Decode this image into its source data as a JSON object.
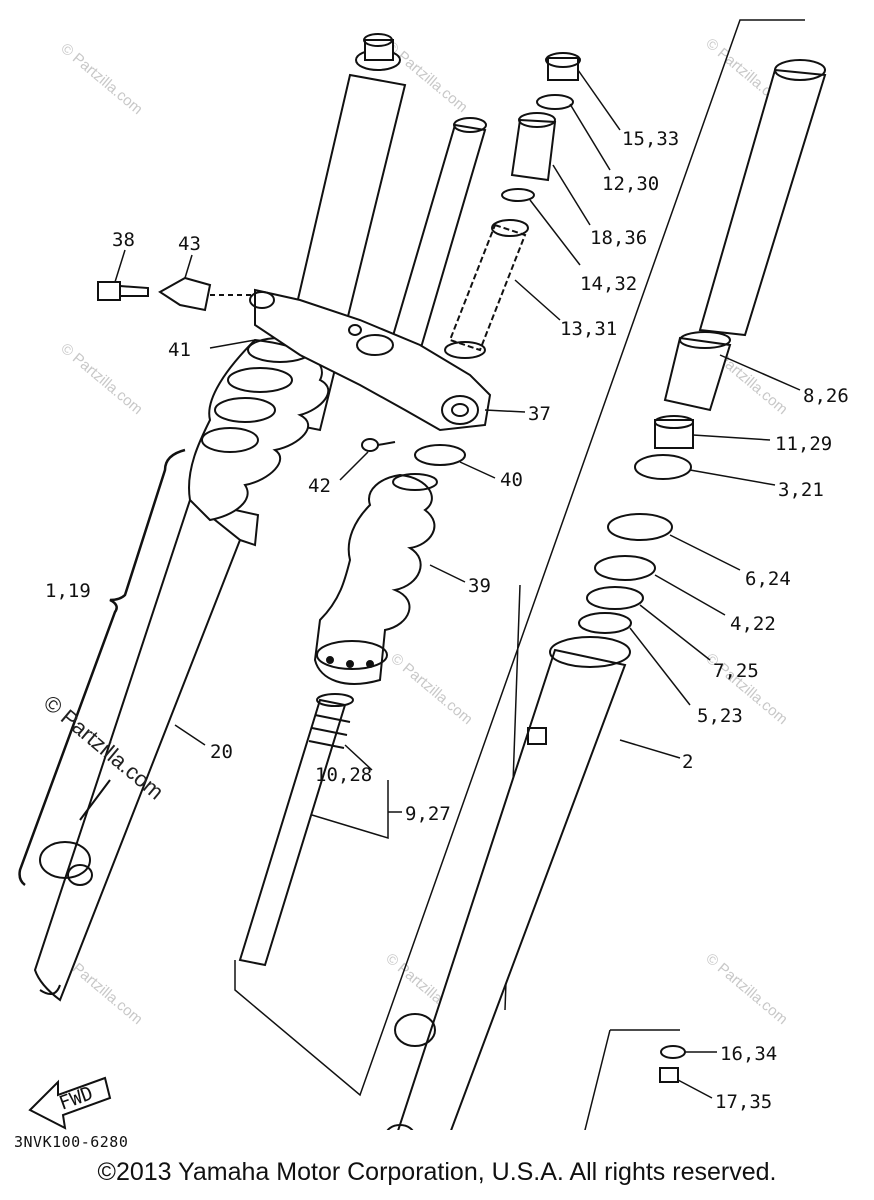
{
  "diagram": {
    "callouts": [
      {
        "id": "c1",
        "text": "15,33"
      },
      {
        "id": "c2",
        "text": "12,30"
      },
      {
        "id": "c3",
        "text": "18,36"
      },
      {
        "id": "c4",
        "text": "14,32"
      },
      {
        "id": "c5",
        "text": "13,31"
      },
      {
        "id": "c6",
        "text": "8,26"
      },
      {
        "id": "c7",
        "text": "11,29"
      },
      {
        "id": "c8",
        "text": "3,21"
      },
      {
        "id": "c9",
        "text": "6,24"
      },
      {
        "id": "c10",
        "text": "4,22"
      },
      {
        "id": "c11",
        "text": "7,25"
      },
      {
        "id": "c12",
        "text": "5,23"
      },
      {
        "id": "c13",
        "text": "2"
      },
      {
        "id": "c14",
        "text": "38"
      },
      {
        "id": "c15",
        "text": "43"
      },
      {
        "id": "c16",
        "text": "41"
      },
      {
        "id": "c17",
        "text": "37"
      },
      {
        "id": "c18",
        "text": "42"
      },
      {
        "id": "c19",
        "text": "40"
      },
      {
        "id": "c20",
        "text": "39"
      },
      {
        "id": "c21",
        "text": "1,19"
      },
      {
        "id": "c22",
        "text": "20"
      },
      {
        "id": "c23",
        "text": "10,28"
      },
      {
        "id": "c24",
        "text": "9,27"
      },
      {
        "id": "c25",
        "text": "16,34"
      },
      {
        "id": "c26",
        "text": "17,35"
      }
    ],
    "fwd_label": "FWD",
    "diagram_code": "3NVK100-6280",
    "watermark_small": "© Partzilla.com",
    "watermark_large": "© Partzilla.com"
  },
  "footer": {
    "copyright": "©2013 Yamaha Motor Corporation, U.S.A. All rights reserved."
  }
}
